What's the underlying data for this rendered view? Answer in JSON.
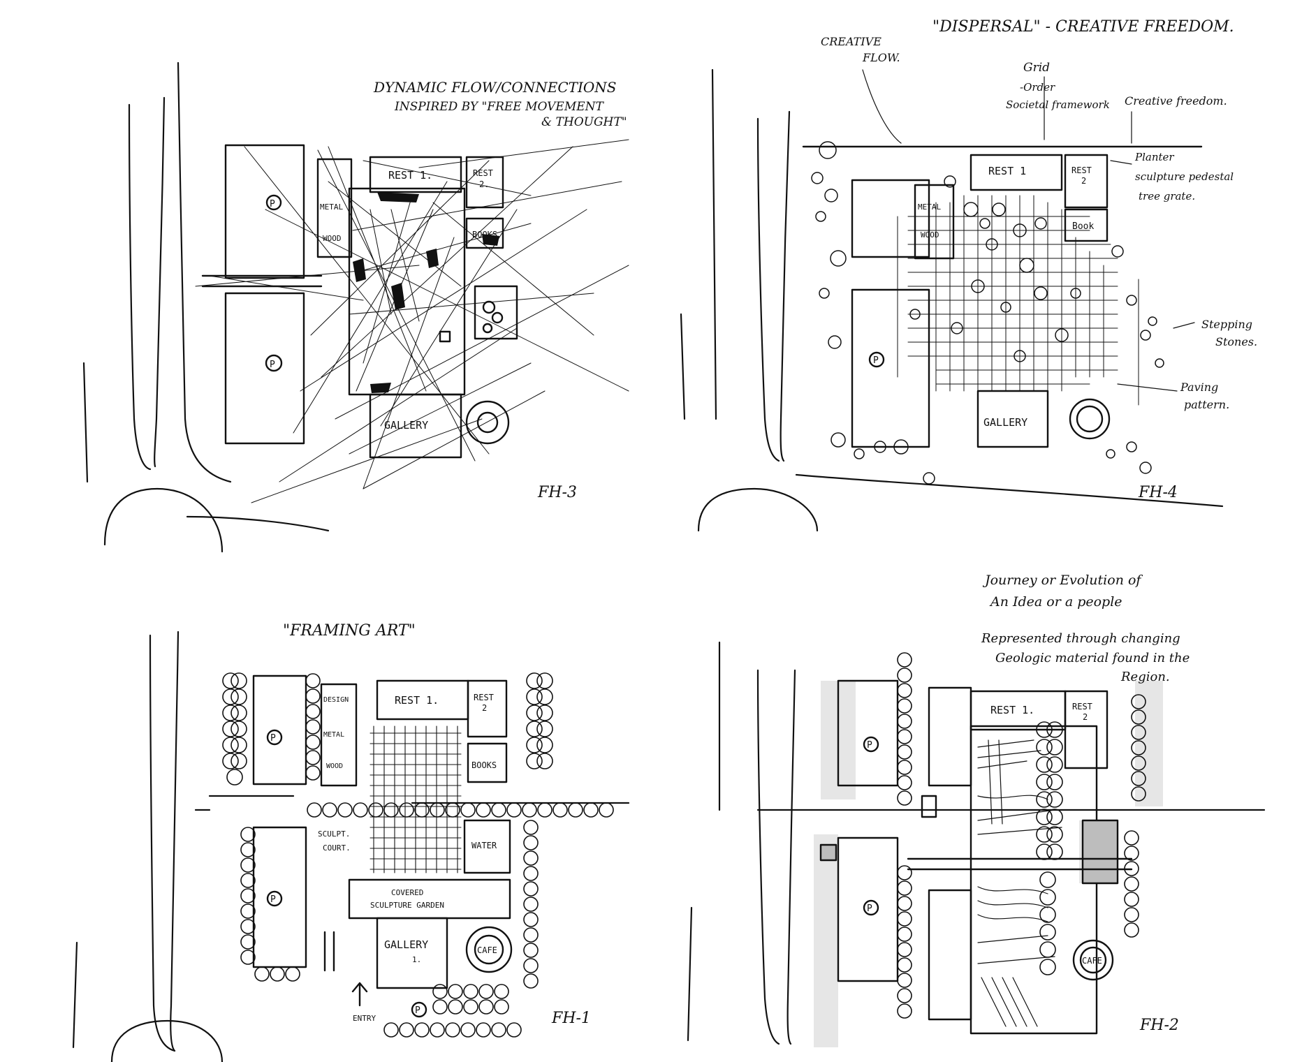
{
  "panels": [
    {
      "id": "FH-3",
      "sheet_label": "FH-3",
      "notes": [
        "DYNAMIC FLOW/CONNECTIONS",
        "INSPIRED BY \"FREE MOVEMENT",
        "& THOUGHT\""
      ],
      "rooms": {
        "rest1": "REST 1.",
        "rest2": "REST",
        "rest2b": "2.",
        "metal": "METAL",
        "wood": "WOOD",
        "books": "BOOKS",
        "gallery": "GALLERY",
        "parking": "P"
      }
    },
    {
      "id": "FH-4",
      "sheet_label": "FH-4",
      "title": "\"DISPERSAL\" - CREATIVE FREEDOM.",
      "notes": {
        "creative_flow": [
          "CREATIVE",
          "FLOW."
        ],
        "grid": [
          "Grid",
          "-Order",
          "Societal framework"
        ],
        "creative_freedom": "Creative freedom.",
        "planter_list": [
          "Planter",
          "sculpture pedestal",
          "tree grate."
        ],
        "stepping_stones": [
          "Stepping",
          "Stones."
        ],
        "paving_pattern": [
          "Paving",
          "pattern."
        ]
      },
      "rooms": {
        "rest1": "REST 1",
        "rest2": "REST",
        "rest2b": "2",
        "metal": "METAL",
        "wood": "WOOD",
        "book": "Book",
        "gallery": "GALLERY",
        "parking": "P"
      }
    },
    {
      "id": "FH-1",
      "sheet_label": "FH-1",
      "title": "\"FRAMING ART\"",
      "rooms": {
        "rest1": "REST 1.",
        "rest2": "REST",
        "rest2b": "2",
        "design": "DESIGN",
        "metal": "METAL",
        "wood": "WOOD",
        "books": "BOOKS",
        "water": "WATER",
        "sculpt": "SCULPT.",
        "court": "COURT.",
        "covered1": "COVERED",
        "covered2": "SCULPTURE GARDEN",
        "gallery": "GALLERY",
        "gallery_num": "1.",
        "cafe": "CAFE",
        "entry": "ENTRY",
        "parking": "P"
      }
    },
    {
      "id": "FH-2",
      "sheet_label": "FH-2",
      "notes": [
        "Journey or Evolution of",
        "An Idea or a people",
        "Represented through changing",
        "Geologic material found in the",
        "Region."
      ],
      "rooms": {
        "rest1": "REST 1.",
        "rest2": "REST",
        "rest2b": "2",
        "cafe": "CAFE",
        "parking": "P"
      }
    }
  ]
}
